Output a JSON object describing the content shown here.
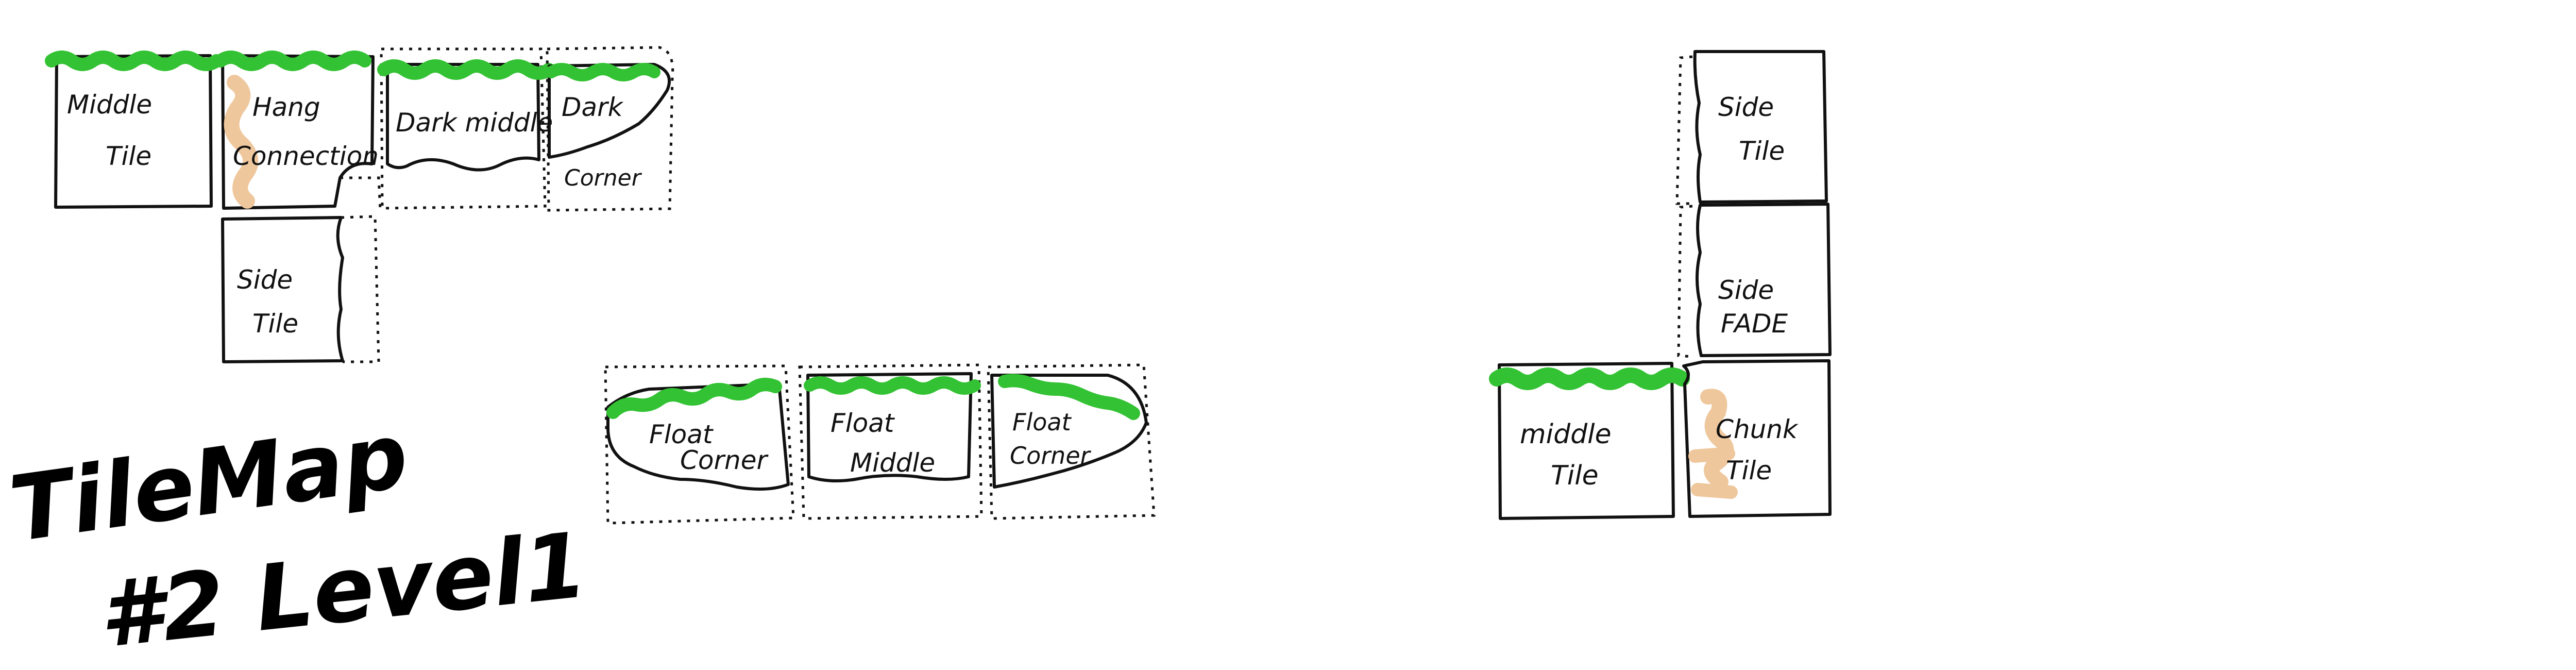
{
  "colors": {
    "ink": "#111111",
    "grass": "#33c233",
    "connector": "#efc79c",
    "paper": "#ffffff"
  },
  "title": {
    "line1": "TileMap",
    "line2": "#2 Level1"
  },
  "tiles": {
    "middle_tile_a": [
      "Middle",
      "Tile"
    ],
    "hang_connection": [
      "Hang",
      "Connection"
    ],
    "dark_middle": [
      "Dark middle"
    ],
    "dark_corner": [
      "Dark",
      "Corner"
    ],
    "side_tile_a": [
      "Side",
      "Tile"
    ],
    "float_corner_left": [
      "Float",
      "Corner"
    ],
    "float_middle": [
      "Float",
      "Middle"
    ],
    "float_corner_right": [
      "Float",
      "Corner"
    ],
    "side_tile_b": [
      "Side",
      "Tile"
    ],
    "side_fade": [
      "Side",
      "FADE"
    ],
    "middle_tile_b": [
      "middle",
      "Tile"
    ],
    "chunk_tile": [
      "Chunk",
      "Tile"
    ]
  }
}
